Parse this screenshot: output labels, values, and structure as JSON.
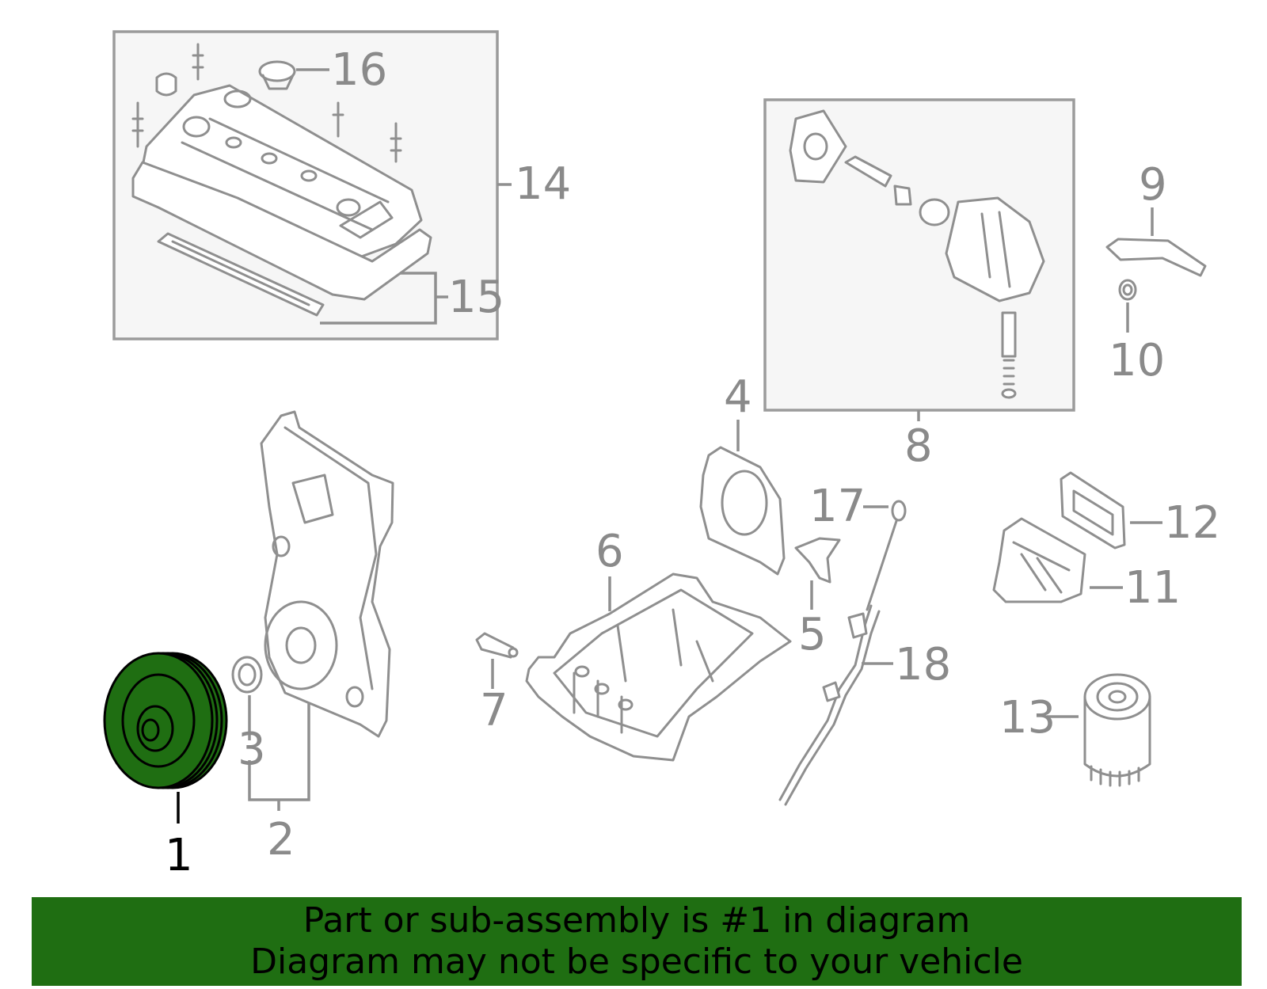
{
  "colors": {
    "highlight": "#1f6e12",
    "banner": "#1f6e12",
    "part_stroke": "#8f8f8f",
    "label": "#8a8a8a"
  },
  "callouts": {
    "c1": "1",
    "c2": "2",
    "c3": "3",
    "c4": "4",
    "c5": "5",
    "c6": "6",
    "c7": "7",
    "c8": "8",
    "c9": "9",
    "c10": "10",
    "c11": "11",
    "c12": "12",
    "c13": "13",
    "c14": "14",
    "c15": "15",
    "c16": "16",
    "c17": "17",
    "c18": "18"
  },
  "banner": {
    "line1": "Part or sub-assembly is #1 in diagram",
    "line2": "Diagram may not be specific to your vehicle"
  }
}
